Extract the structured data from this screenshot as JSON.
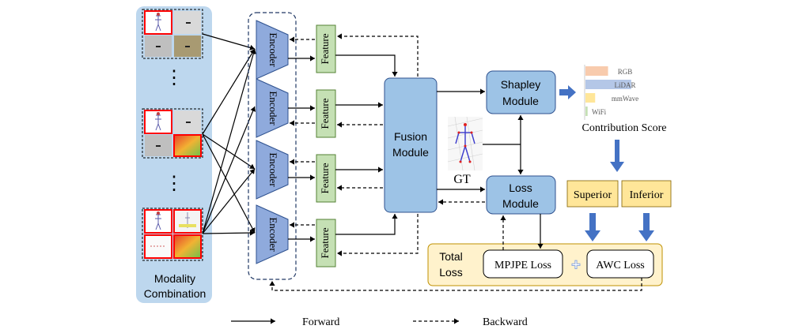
{
  "colors": {
    "modality_panel": "#bdd7ee",
    "encoder": "#8faadc",
    "feature": "#c5e0b4",
    "module": "#9dc3e6",
    "loss_panel": "#fff2cc",
    "superior": "#ffe699",
    "arrow_blue": "#4472c4",
    "red_frame": "#ff0000"
  },
  "modality": {
    "label_line1": "Modality",
    "label_line2": "Combination",
    "ellipsis": "⋮"
  },
  "encoders": [
    "Encoder",
    "Encoder",
    "Encoder",
    "Encoder"
  ],
  "features": [
    "Feature",
    "Feature",
    "Feature",
    "Feature"
  ],
  "fusion": {
    "line1": "Fusion",
    "line2": "Module"
  },
  "shapley": {
    "line1": "Shapley",
    "line2": "Module"
  },
  "loss_module": {
    "line1": "Loss",
    "line2": "Module"
  },
  "gt_label": "GT",
  "contribution": {
    "title": "Contribution Score",
    "bars": [
      {
        "name": "RGB",
        "value": 0.42,
        "color": "#f8cbad"
      },
      {
        "name": "LiDAR",
        "value": 0.85,
        "color": "#b4c7e7"
      },
      {
        "name": "mmWave",
        "value": 0.18,
        "color": "#ffe699"
      },
      {
        "name": "WiFi",
        "value": 0.04,
        "color": "#c5e0b4"
      }
    ]
  },
  "superior": "Superior",
  "inferior": "Inferior",
  "total_loss": {
    "line1": "Total",
    "line2": "Loss"
  },
  "mpjpe": "MPJPE Loss",
  "plus": "+",
  "awc": "AWC Loss",
  "legend": {
    "forward": "Forward",
    "backward": "Backward"
  }
}
